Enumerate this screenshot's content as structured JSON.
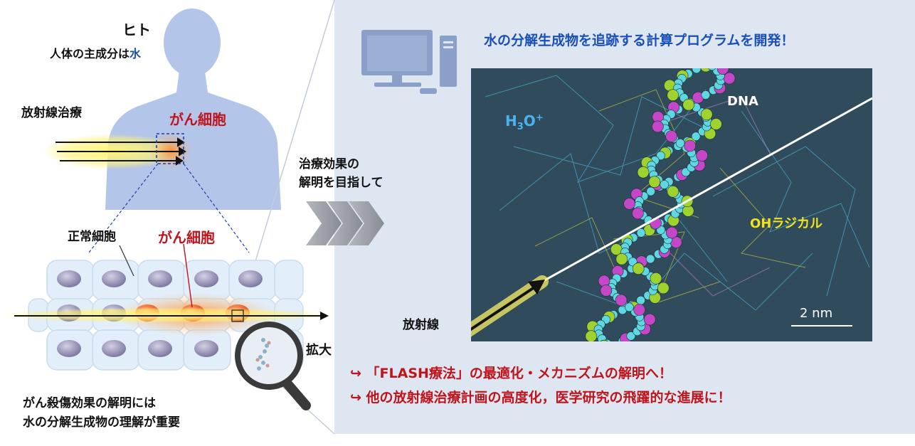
{
  "human": {
    "title": "ヒト",
    "subtitle_prefix": "人体の主成分は",
    "subtitle_highlight": "水"
  },
  "labels": {
    "radiotherapy": "放射線治療",
    "cancer_cell_top": "がん細胞",
    "normal_cell": "正常細胞",
    "cancer_cell_bottom": "がん細胞",
    "magnify": "拡大",
    "bottom_line1": "がん殺傷効果の解明には",
    "bottom_line2": "水の分解生成物の理解が重要",
    "goal_line1": "治療効果の",
    "goal_line2": "解明を目指して"
  },
  "right": {
    "headline": "水の分解生成物を追跡する計算プログラムを開発！",
    "sim": {
      "dna": "DNA",
      "h3o_main": "H",
      "h3o_sub": "3",
      "h3o_o": "O",
      "h3o_sup": "+",
      "oh": "OHラジカル",
      "radiation": "放射線",
      "scale": "2 nm"
    },
    "bullet_arrow": "↪",
    "bullet1": "「FLASH療法」の最適化・メカニズムの解明へ！",
    "bullet2": "他の放射線治療計画の高度化，医学研究の飛躍的な進展に！"
  },
  "colors": {
    "panel_bg": "#dde6f1",
    "sim_bg": "#2f4b5c",
    "accent_red": "#c0141c",
    "accent_blue": "#1a4fb8",
    "h3o_color": "#4ab3ef",
    "oh_color": "#f2e21a",
    "dna_cyan": "#5fd7e0",
    "dna_magenta": "#c447c8",
    "dna_green": "#9fd22e"
  }
}
